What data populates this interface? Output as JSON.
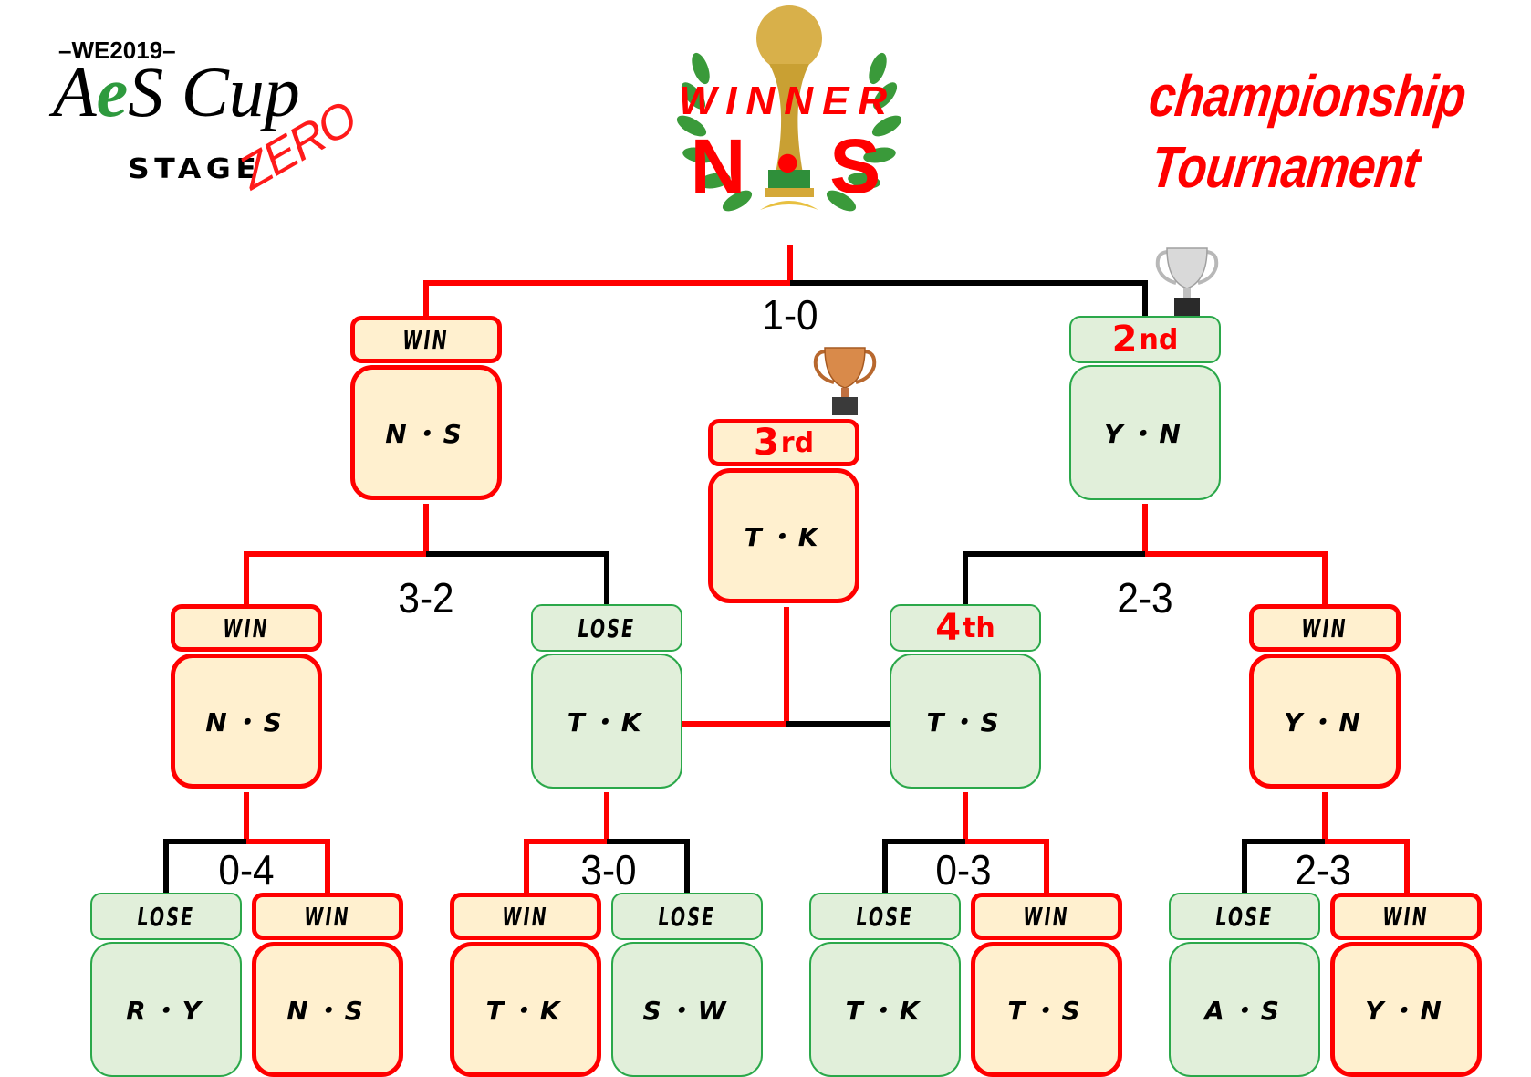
{
  "logo": {
    "edition": "–WE2019–",
    "name_a": "A",
    "name_e": "e",
    "name_s": "S",
    "name_cup": " Cup",
    "stage": "STAGE",
    "zero": "ZERO"
  },
  "title": {
    "line1": "championship",
    "line2": "Tournament"
  },
  "winner": {
    "label": "WINNER",
    "team": "N・S"
  },
  "colors": {
    "win_line": "#ff0000",
    "lose_line": "#000000",
    "win_fill": "#fff0cf",
    "lose_fill": "#e1efda",
    "lose_border": "#2ba84a",
    "title_red": "#ff0000",
    "logo_green": "#2e9a3e"
  },
  "bracket": {
    "final": {
      "score": "1-0",
      "left": {
        "result": "WIN",
        "team": "N・S"
      },
      "right": {
        "result_num": "2",
        "result_suffix": "nd",
        "team": "Y・N"
      }
    },
    "third_place": {
      "result_num": "3",
      "result_suffix": "rd",
      "team": "T・K"
    },
    "semifinals": [
      {
        "score": "3-2",
        "left": {
          "result": "WIN",
          "team": "N・S"
        },
        "right": {
          "result": "LOSE",
          "team": "T・K"
        }
      },
      {
        "score": "2-3",
        "left": {
          "result_num": "4",
          "result_suffix": "th",
          "team": "T・S"
        },
        "right": {
          "result": "WIN",
          "team": "Y・N"
        }
      }
    ],
    "quarterfinals": [
      {
        "score": "0-4",
        "left": {
          "result": "LOSE",
          "team": "R・Y"
        },
        "right": {
          "result": "WIN",
          "team": "N・S"
        }
      },
      {
        "score": "3-0",
        "left": {
          "result": "WIN",
          "team": "T・K"
        },
        "right": {
          "result": "LOSE",
          "team": "S・W"
        }
      },
      {
        "score": "0-3",
        "left": {
          "result": "LOSE",
          "team": "T・K"
        },
        "right": {
          "result": "WIN",
          "team": "T・S"
        }
      },
      {
        "score": "2-3",
        "left": {
          "result": "LOSE",
          "team": "A・S"
        },
        "right": {
          "result": "WIN",
          "team": "Y・N"
        }
      }
    ]
  },
  "icons": {
    "gold_trophy": "world-cup-trophy",
    "silver_trophy": "silver-cup",
    "bronze_trophy": "bronze-cup",
    "laurel": "laurel-wreath"
  }
}
